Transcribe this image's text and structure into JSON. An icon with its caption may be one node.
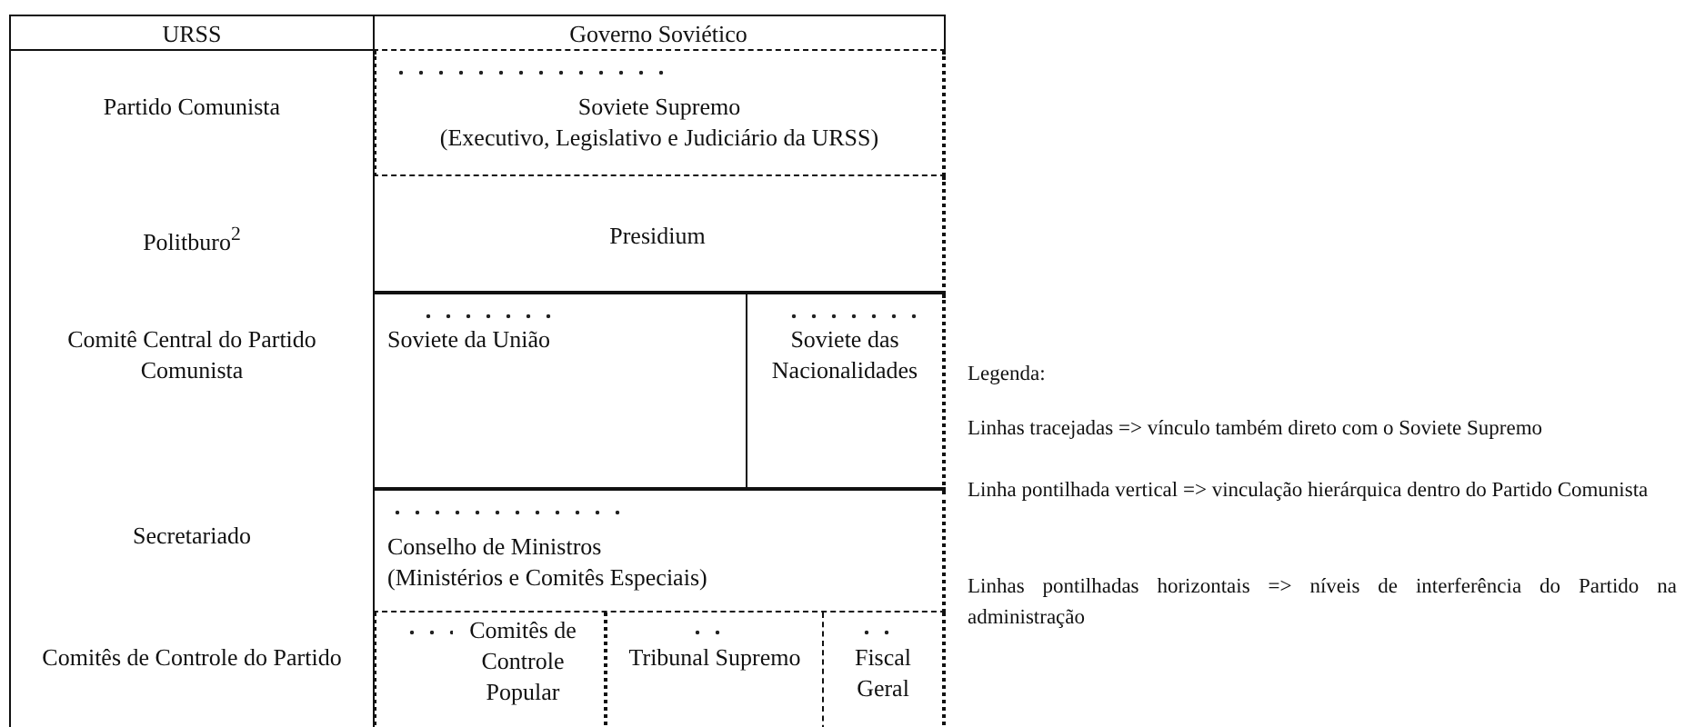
{
  "diagram": {
    "nodes": [
      {
        "text": [
          "URSS"
        ]
      },
      {
        "text": [
          "Governo Soviético"
        ]
      },
      {
        "text": [
          "Partido Comunista"
        ]
      },
      {
        "text": [
          "Soviete Supremo",
          "(Executivo, Legislativo e Judiciário da URSS)"
        ]
      },
      {
        "text": [
          "Politburo$^{2}$"
        ]
      },
      {
        "text": [
          "Presidium"
        ]
      },
      {
        "text": [
          "Comitê Central do Partido Comunista"
        ]
      },
      {
        "text": [
          "Soviete da União"
        ]
      },
      {
        "text": [
          "Soviete das Nacionalidades"
        ]
      },
      {
        "text": [
          "Secretariado"
        ]
      },
      {
        "text": [
          "Conselho de Ministros",
          "(Ministérios e Comitês Especiais)"
        ]
      },
      {
        "text": [
          "Comitês de Controle do Partido"
        ]
      },
      {
        "text": [
          "Comitês de Controle Popular"
        ]
      },
      {
        "text": [
          "Tribunal Supremo"
        ]
      },
      {
        "text": [
          "Fiscal Geral"
        ]
      }
    ],
    "edges": [],
    "labels": [
      "Legenda:",
      "Linhas tracejadas => vínculo também direto com o Soviete Supremo",
      "Linha pontilhada vertical  => vinculação hierárquica dentro do Partido Comunista",
      "Linhas pontilhadas horizontais => níveis de interferência do Partido na administração"
    ]
  }
}
